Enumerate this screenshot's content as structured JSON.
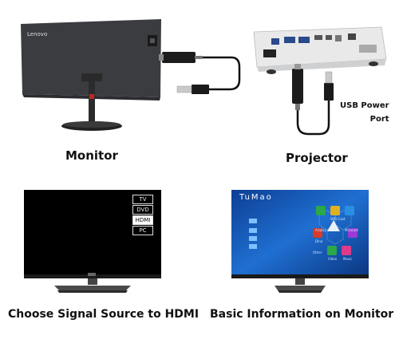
{
  "captions": {
    "monitor": "Monitor",
    "projector": "Projector",
    "usb_power_port_line1": "USB Power",
    "usb_power_port_line2": "Port",
    "signal_source": "Choose Signal Source to HDMI",
    "basic_info": "Basic Information on Monitor"
  },
  "monitor_brand": "Lenovo",
  "signal_menu": [
    "TV",
    "DVD",
    "HDMI",
    "PC"
  ],
  "signal_menu_selected": "HDMI",
  "screen": {
    "brand": "TuMao",
    "tiles": [
      "WiFi-Cast",
      "Airplay",
      "Miracast",
      "Dlna",
      "Video",
      "Music",
      "Other"
    ]
  },
  "colors": {
    "monitor_back": "#3a3c40",
    "screen_blue": "#1f6fd1",
    "black": "#000000",
    "stand_red": "#c02820"
  }
}
